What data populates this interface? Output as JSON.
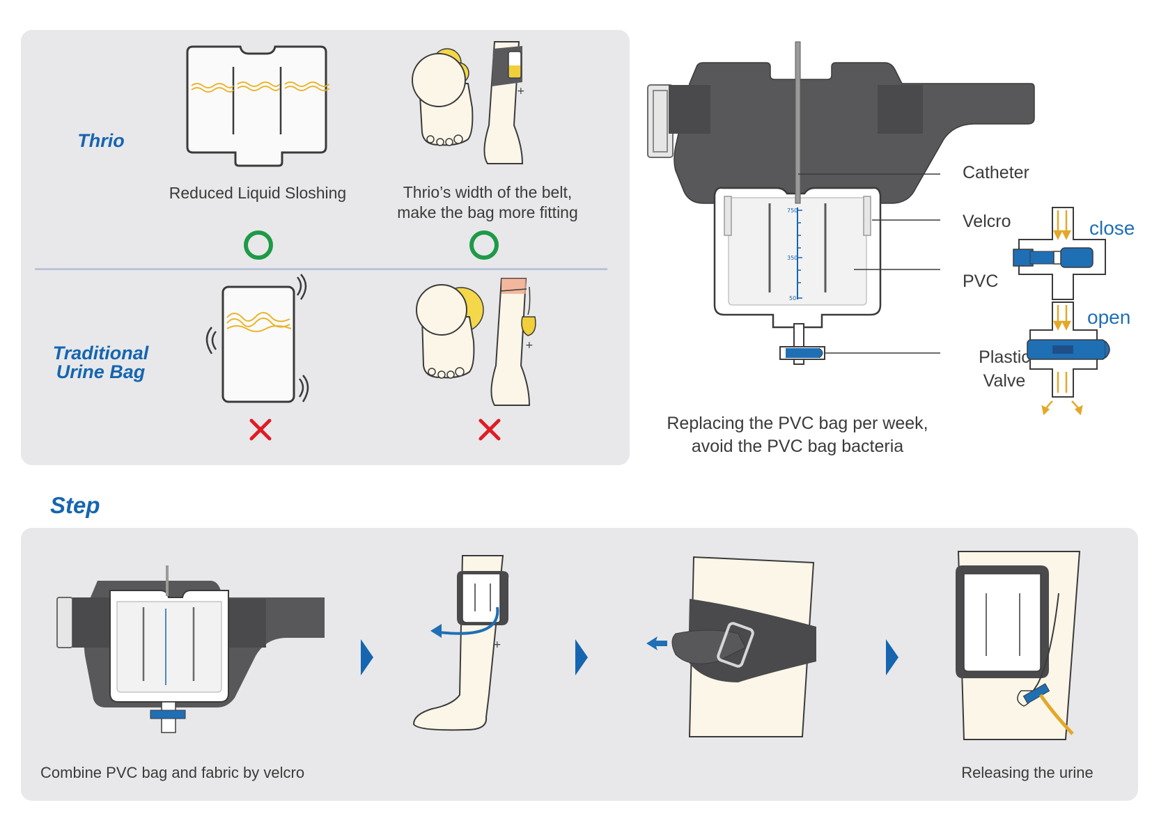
{
  "comparison": {
    "thrio_title": "Thrio",
    "traditional_title_line1": "Traditional",
    "traditional_title_line2": "Urine Bag",
    "sloshing_caption": "Reduced Liquid Sloshing",
    "belt_caption_line1": "Thrio’s width of the belt,",
    "belt_caption_line2": "make the bag more fitting",
    "good_mark": "circle",
    "bad_mark": "cross"
  },
  "product": {
    "parts": [
      "Catheter",
      "Velcro",
      "PVC"
    ],
    "valve_label_line1": "Plastic",
    "valve_label_line2": "Valve",
    "scale_marks": [
      "750",
      "350",
      "50"
    ],
    "caption_line1": "Replacing the PVC bag per week,",
    "caption_line2": "avoid the PVC bag bacteria"
  },
  "valve": {
    "close_label": "close",
    "open_label": "open"
  },
  "steps": {
    "heading": "Step",
    "step1_caption": "Combine PVC bag and fabric  by velcro",
    "step4_caption": "Releasing the urine"
  },
  "colors": {
    "panel": "#e8e8ea",
    "accent_blue": "#1565b0",
    "good_green": "#1e9a47",
    "bad_red": "#e01b24",
    "urine_yellow": "#f1cf3a",
    "fabric_gray": "#58585a"
  }
}
